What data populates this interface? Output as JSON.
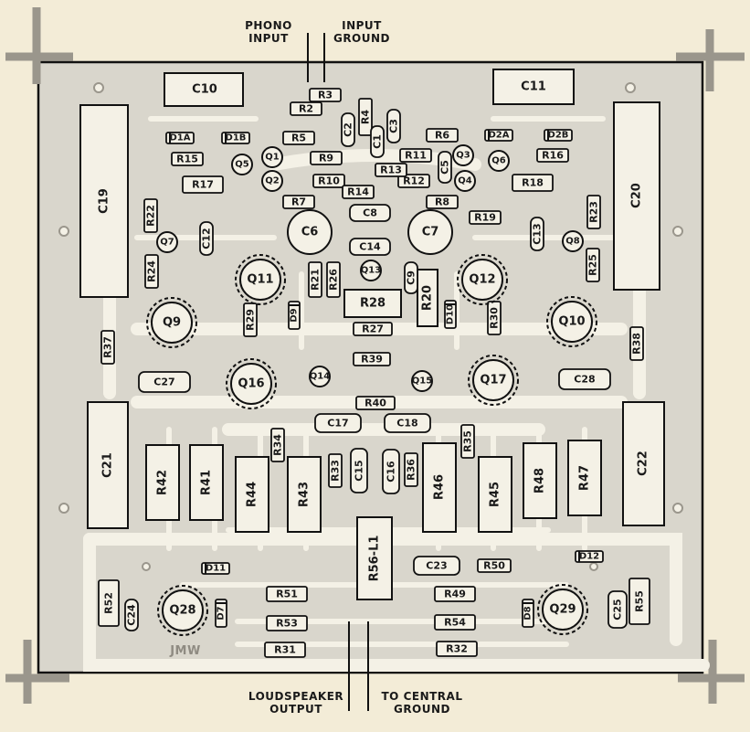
{
  "labels": {
    "phono_input": [
      "PHONO",
      "INPUT"
    ],
    "input_ground": [
      "INPUT",
      "GROUND"
    ],
    "loudspeaker_output": [
      "LOUDSPEAKER",
      "OUTPUT"
    ],
    "central_ground": [
      "TO CENTRAL",
      "GROUND"
    ],
    "board_marking": "JMW"
  },
  "resistors": [
    "R2",
    "R3",
    "R4",
    "R5",
    "R6",
    "R7",
    "R8",
    "R9",
    "R10",
    "R11",
    "R12",
    "R13",
    "R14",
    "R15",
    "R16",
    "R17",
    "R18",
    "R19",
    "R20",
    "R21",
    "R22",
    "R23",
    "R24",
    "R25",
    "R26",
    "R27",
    "R28",
    "R29",
    "R30",
    "R31",
    "R32",
    "R33",
    "R34",
    "R35",
    "R36",
    "R37",
    "R38",
    "R39",
    "R40",
    "R41",
    "R42",
    "R43",
    "R44",
    "R45",
    "R46",
    "R47",
    "R48",
    "R49",
    "R50",
    "R51",
    "R52",
    "R53",
    "R54",
    "R55",
    "R56-L1"
  ],
  "capacitors": [
    "C1",
    "C2",
    "C3",
    "C5",
    "C6",
    "C7",
    "C8",
    "C9",
    "C10",
    "C11",
    "C12",
    "C13",
    "C14",
    "C15",
    "C16",
    "C17",
    "C18",
    "C19",
    "C20",
    "C21",
    "C22",
    "C23",
    "C24",
    "C25",
    "C27",
    "C28"
  ],
  "diodes": [
    "D1A",
    "D1B",
    "D2A",
    "D2B",
    "D7",
    "D8",
    "D9",
    "D10",
    "D11",
    "D12"
  ],
  "transistors": [
    "Q1",
    "Q2",
    "Q3",
    "Q4",
    "Q5",
    "Q6",
    "Q7",
    "Q8",
    "Q9",
    "Q10",
    "Q11",
    "Q12",
    "Q13",
    "Q14",
    "Q15",
    "Q16",
    "Q17",
    "Q28",
    "Q29"
  ],
  "colors": {
    "paper": "#f3ecd7",
    "board": "#d9d6cc",
    "trace": "#f4f1e6",
    "ink": "#1a1a1a"
  }
}
